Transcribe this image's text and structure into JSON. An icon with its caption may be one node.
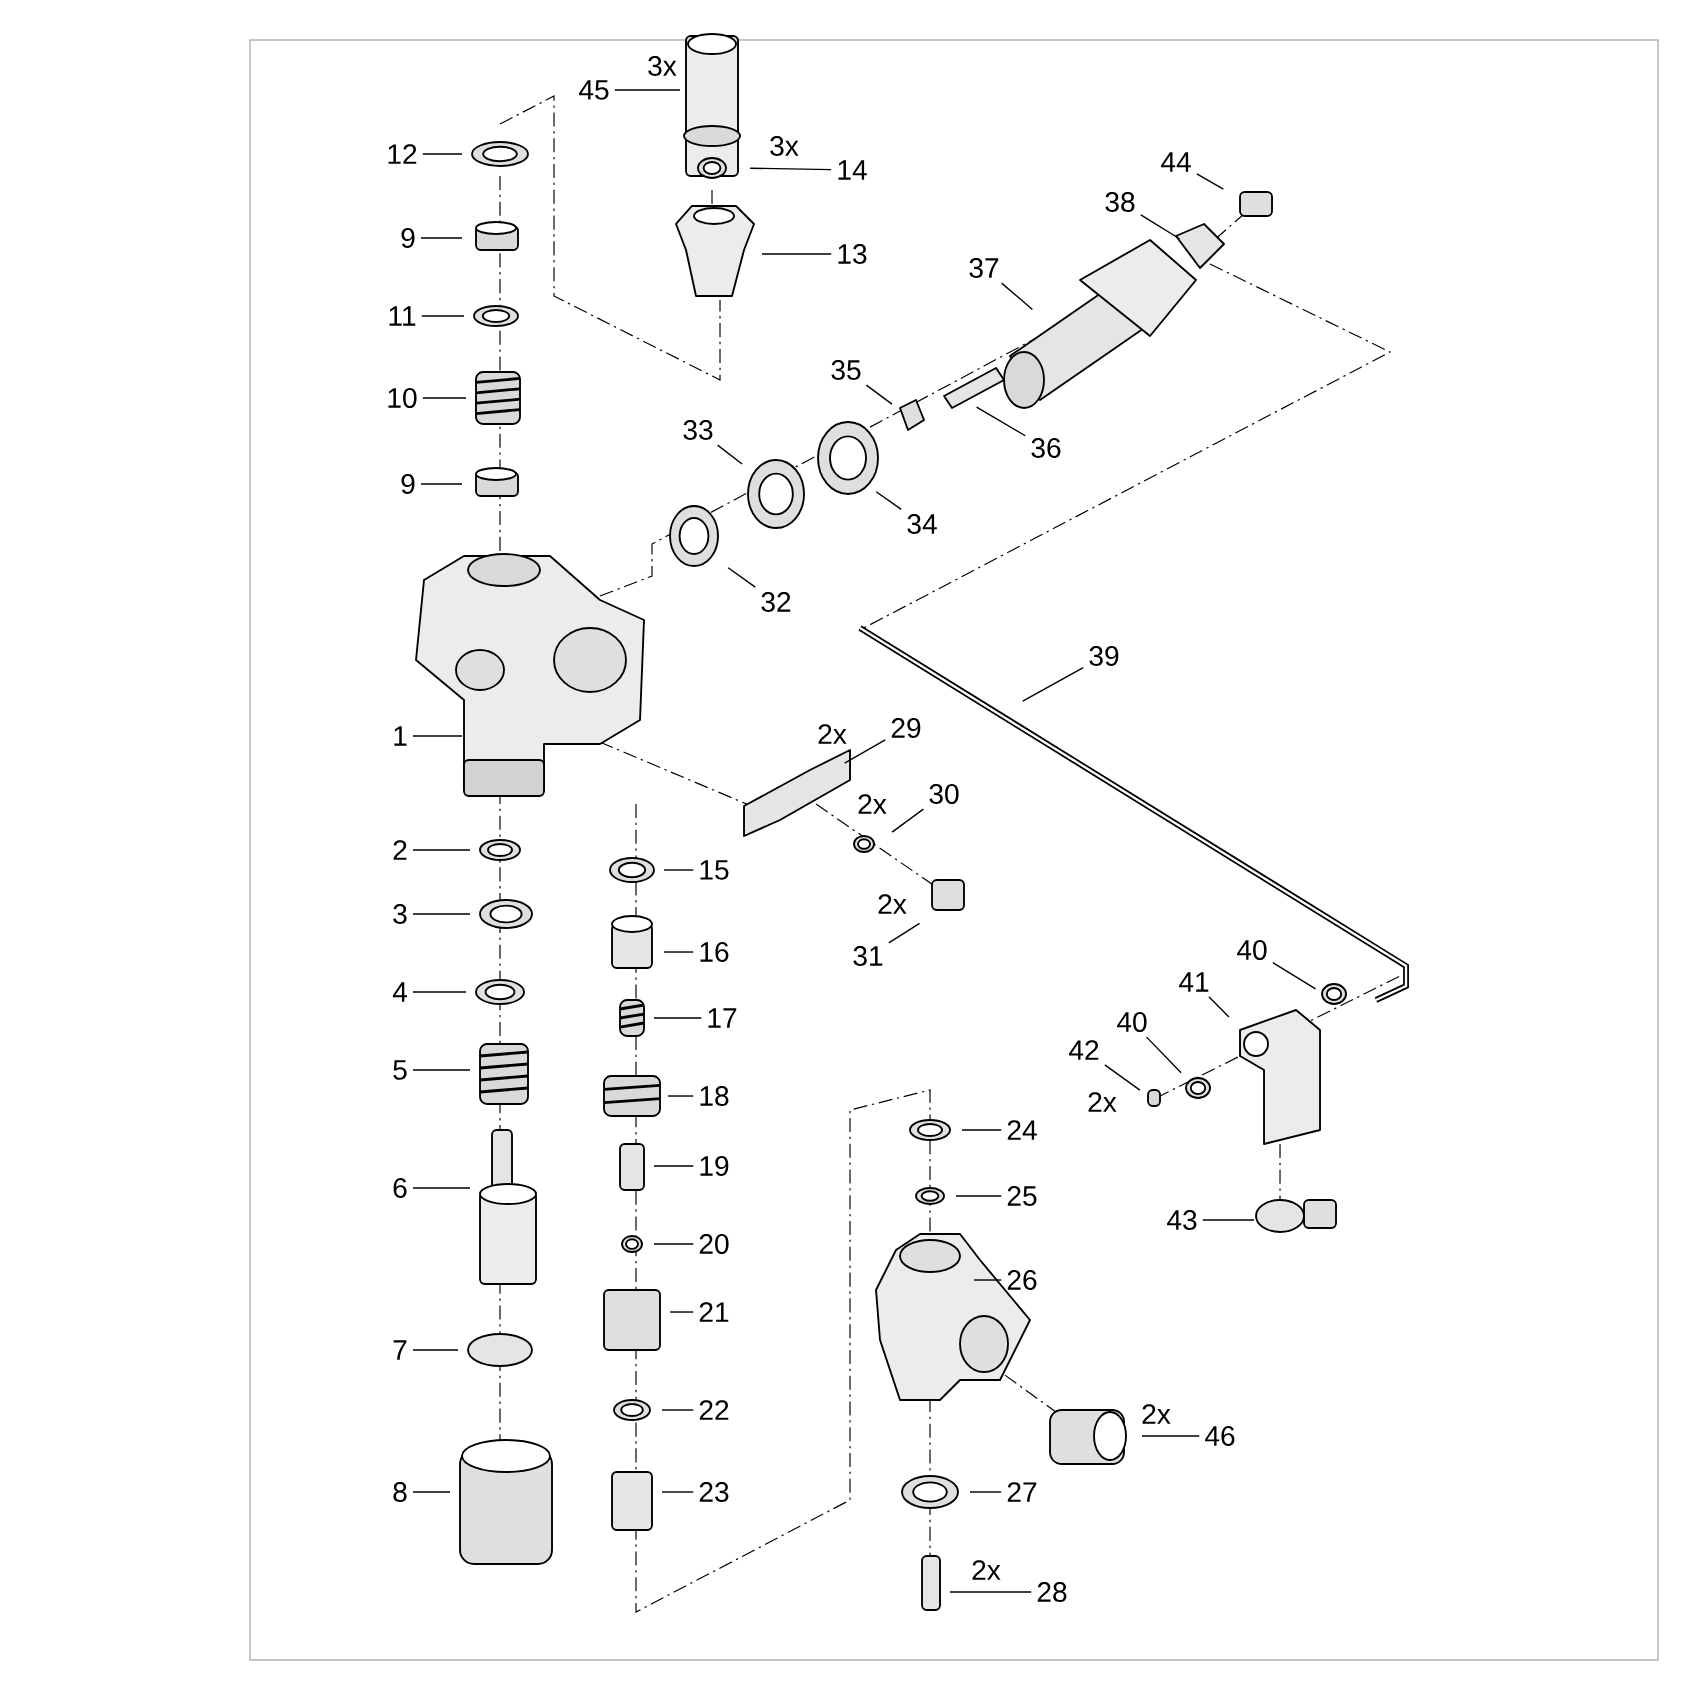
{
  "diagram": {
    "nodes": [
      {
        "text": [
          "45"
        ],
        "beside": [
          "3x"
        ]
      },
      {
        "text": [
          "12"
        ]
      },
      {
        "text": [
          "14"
        ],
        "beside": [
          "3x"
        ]
      },
      {
        "text": [
          "9"
        ]
      },
      {
        "text": [
          "13"
        ]
      },
      {
        "text": [
          "44"
        ]
      },
      {
        "text": [
          "38"
        ]
      },
      {
        "text": [
          "37"
        ]
      },
      {
        "text": [
          "11"
        ]
      },
      {
        "text": [
          "35"
        ]
      },
      {
        "text": [
          "10"
        ]
      },
      {
        "text": [
          "36"
        ]
      },
      {
        "text": [
          "33"
        ]
      },
      {
        "text": [
          "9"
        ]
      },
      {
        "text": [
          "34"
        ]
      },
      {
        "text": [
          "32"
        ]
      },
      {
        "text": [
          "39"
        ]
      },
      {
        "text": [
          "1"
        ]
      },
      {
        "text": [
          "29"
        ],
        "beside": [
          "2x"
        ]
      },
      {
        "text": [
          "30"
        ],
        "beside": [
          "2x"
        ]
      },
      {
        "text": [
          "2"
        ]
      },
      {
        "text": [
          "15"
        ]
      },
      {
        "text": [
          "31"
        ],
        "beside": [
          "2x"
        ]
      },
      {
        "text": [
          "3"
        ]
      },
      {
        "text": [
          "16"
        ]
      },
      {
        "text": [
          "40"
        ]
      },
      {
        "text": [
          "4"
        ]
      },
      {
        "text": [
          "41"
        ]
      },
      {
        "text": [
          "17"
        ]
      },
      {
        "text": [
          "40"
        ]
      },
      {
        "text": [
          "42"
        ],
        "beside": [
          "2x"
        ]
      },
      {
        "text": [
          "5"
        ]
      },
      {
        "text": [
          "18"
        ]
      },
      {
        "text": [
          "24"
        ]
      },
      {
        "text": [
          "19"
        ]
      },
      {
        "text": [
          "6"
        ]
      },
      {
        "text": [
          "25"
        ]
      },
      {
        "text": [
          "43"
        ]
      },
      {
        "text": [
          "20"
        ]
      },
      {
        "text": [
          "26"
        ]
      },
      {
        "text": [
          "21"
        ]
      },
      {
        "text": [
          "7"
        ]
      },
      {
        "text": [
          "46"
        ],
        "beside": [
          "2x"
        ]
      },
      {
        "text": [
          "22"
        ]
      },
      {
        "text": [
          "8"
        ]
      },
      {
        "text": [
          "27"
        ]
      },
      {
        "text": [
          "23"
        ]
      },
      {
        "text": [
          "28"
        ],
        "beside": [
          "2x"
        ]
      }
    ],
    "edges": [
      {
        "from": 0,
        "to": null,
        "arrow": "none"
      },
      {
        "from": 1,
        "to": null,
        "arrow": "none"
      },
      {
        "from": 2,
        "to": null,
        "arrow": "none"
      },
      {
        "from": 3,
        "to": null,
        "arrow": "none"
      },
      {
        "from": 4,
        "to": null,
        "arrow": "none"
      },
      {
        "from": 5,
        "to": null,
        "arrow": "none"
      },
      {
        "from": 6,
        "to": null,
        "arrow": "none"
      },
      {
        "from": 7,
        "to": null,
        "arrow": "none"
      },
      {
        "from": 8,
        "to": null,
        "arrow": "none"
      },
      {
        "from": 9,
        "to": null,
        "arrow": "none"
      },
      {
        "from": 10,
        "to": null,
        "arrow": "none"
      },
      {
        "from": 11,
        "to": null,
        "arrow": "none"
      },
      {
        "from": 12,
        "to": null,
        "arrow": "none"
      },
      {
        "from": 13,
        "to": null,
        "arrow": "none"
      },
      {
        "from": 14,
        "to": null,
        "arrow": "none"
      },
      {
        "from": 15,
        "to": null,
        "arrow": "none"
      },
      {
        "from": 16,
        "to": null,
        "arrow": "none"
      },
      {
        "from": 17,
        "to": null,
        "arrow": "none"
      },
      {
        "from": 18,
        "to": null,
        "arrow": "none"
      },
      {
        "from": 19,
        "to": null,
        "arrow": "none"
      },
      {
        "from": 20,
        "to": null,
        "arrow": "none"
      },
      {
        "from": 21,
        "to": null,
        "arrow": "none"
      },
      {
        "from": 22,
        "to": null,
        "arrow": "none"
      },
      {
        "from": 23,
        "to": null,
        "arrow": "none"
      },
      {
        "from": 24,
        "to": null,
        "arrow": "none"
      },
      {
        "from": 25,
        "to": null,
        "arrow": "none"
      },
      {
        "from": 26,
        "to": null,
        "arrow": "none"
      },
      {
        "from": 27,
        "to": null,
        "arrow": "none"
      },
      {
        "from": 28,
        "to": null,
        "arrow": "none"
      },
      {
        "from": 29,
        "to": null,
        "arrow": "none"
      },
      {
        "from": 30,
        "to": null,
        "arrow": "none"
      },
      {
        "from": 31,
        "to": null,
        "arrow": "none"
      },
      {
        "from": 32,
        "to": null,
        "arrow": "none"
      },
      {
        "from": 33,
        "to": null,
        "arrow": "none"
      },
      {
        "from": 34,
        "to": null,
        "arrow": "none"
      },
      {
        "from": 35,
        "to": null,
        "arrow": "none"
      },
      {
        "from": 36,
        "to": null,
        "arrow": "none"
      },
      {
        "from": 37,
        "to": null,
        "arrow": "none"
      },
      {
        "from": 38,
        "to": null,
        "arrow": "none"
      },
      {
        "from": 39,
        "to": null,
        "arrow": "none"
      },
      {
        "from": 40,
        "to": null,
        "arrow": "none"
      },
      {
        "from": 41,
        "to": null,
        "arrow": "none"
      },
      {
        "from": 42,
        "to": null,
        "arrow": "none"
      },
      {
        "from": 43,
        "to": null,
        "arrow": "none"
      },
      {
        "from": 44,
        "to": null,
        "arrow": "none"
      },
      {
        "from": 45,
        "to": null,
        "arrow": "none"
      },
      {
        "from": 46,
        "to": null,
        "arrow": "none"
      },
      {
        "from": 47,
        "to": null,
        "arrow": "none"
      }
    ]
  }
}
